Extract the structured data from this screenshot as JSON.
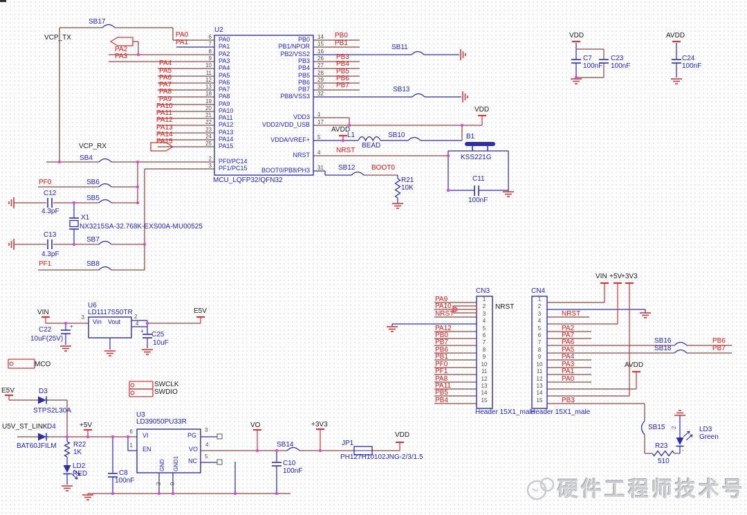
{
  "watermark": {
    "logo": "mascot-face-icon",
    "text": "硬件工程师技术号"
  },
  "components": {
    "mcu": {
      "ref": "U2",
      "name": "MCU_LQFP32/QFN32"
    },
    "regulator_5v": {
      "ref": "U6",
      "name": "LD1117S50TR"
    },
    "regulator_3v3": {
      "ref": "U3",
      "name": "LD39050PU33R"
    },
    "reset_button": {
      "ref": "B1",
      "name": "KSS221G"
    },
    "crystal": {
      "ref": "X1",
      "name": "NX3215SA-32.768K-EXS00A-MU00525"
    },
    "jumper": {
      "ref": "JP1",
      "name": "PH127H10102JNG-2/3/1.5"
    },
    "headers": [
      {
        "ref": "CN3",
        "name": "Header 15X1_male"
      },
      {
        "ref": "CN4",
        "name": "Header 15X1_male"
      }
    ],
    "leds": [
      {
        "ref": "LD2",
        "color": "RED"
      },
      {
        "ref": "LD3",
        "color": "Green"
      }
    ],
    "diodes": [
      {
        "ref": "D3",
        "name": "STPS2L30A"
      },
      {
        "ref": "D4",
        "name": "BAT60JFILM"
      }
    ]
  },
  "texts": [
    [
      "SB17",
      128,
      27,
      "b"
    ],
    [
      "VCP_TX",
      64,
      50,
      "k"
    ],
    [
      "U2",
      310,
      39,
      "b"
    ],
    [
      "PA0",
      254,
      46,
      "r"
    ],
    [
      "PA1",
      254,
      57,
      "r"
    ],
    [
      "PA2",
      166,
      67,
      "r"
    ],
    [
      "PA3",
      166,
      77,
      "r"
    ],
    [
      "PA4",
      230,
      87,
      "r"
    ],
    [
      "PA5",
      230,
      98,
      "r"
    ],
    [
      "PA6",
      230,
      108,
      "r"
    ],
    [
      "PA7",
      230,
      118,
      "r"
    ],
    [
      "PA8",
      230,
      128,
      "r"
    ],
    [
      "PA9",
      230,
      139,
      "r"
    ],
    [
      "PA10",
      226,
      149,
      "r"
    ],
    [
      "PA11",
      226,
      159,
      "r"
    ],
    [
      "PA12",
      226,
      169,
      "r"
    ],
    [
      "PA13",
      226,
      180,
      "r"
    ],
    [
      "PA14",
      226,
      190,
      "r"
    ],
    [
      "PA15",
      226,
      200,
      "r"
    ],
    [
      "6",
      306,
      50,
      "g",
      8,
      "e"
    ],
    [
      "7",
      306,
      60,
      "g",
      8,
      "e"
    ],
    [
      "8",
      306,
      71,
      "g",
      8,
      "e"
    ],
    [
      "9",
      306,
      81,
      "g",
      8,
      "e"
    ],
    [
      "10",
      306,
      91,
      "g",
      8,
      "e"
    ],
    [
      "11",
      306,
      102,
      "g",
      8,
      "e"
    ],
    [
      "12",
      306,
      112,
      "g",
      8,
      "e"
    ],
    [
      "13",
      306,
      122,
      "g",
      8,
      "e"
    ],
    [
      "18",
      306,
      132,
      "g",
      8,
      "e"
    ],
    [
      "19",
      306,
      143,
      "g",
      8,
      "e"
    ],
    [
      "20",
      306,
      153,
      "g",
      8,
      "e"
    ],
    [
      "21",
      306,
      163,
      "g",
      8,
      "e"
    ],
    [
      "22",
      306,
      173,
      "g",
      8,
      "e"
    ],
    [
      "23",
      306,
      184,
      "g",
      8,
      "e"
    ],
    [
      "24",
      306,
      194,
      "g",
      8,
      "e"
    ],
    [
      "25",
      306,
      204,
      "g",
      8,
      "e"
    ],
    [
      "2",
      306,
      226,
      "g",
      8,
      "e"
    ],
    [
      "3",
      306,
      236,
      "g",
      8,
      "e"
    ],
    [
      "PA0",
      316,
      53,
      "b",
      9
    ],
    [
      "PA1",
      316,
      63,
      "b",
      9
    ],
    [
      "PA2",
      316,
      74,
      "b",
      9
    ],
    [
      "PA3",
      316,
      84,
      "b",
      9
    ],
    [
      "PA4",
      316,
      94,
      "b",
      9
    ],
    [
      "PA5",
      316,
      105,
      "b",
      9
    ],
    [
      "PA6",
      316,
      115,
      "b",
      9
    ],
    [
      "PA7",
      316,
      125,
      "b",
      9
    ],
    [
      "PA8",
      316,
      135,
      "b",
      9
    ],
    [
      "PA9",
      316,
      146,
      "b",
      9
    ],
    [
      "PA10",
      316,
      156,
      "b",
      9
    ],
    [
      "PA11",
      316,
      166,
      "b",
      9
    ],
    [
      "PA12",
      316,
      176,
      "b",
      9
    ],
    [
      "PA13",
      316,
      187,
      "b",
      9
    ],
    [
      "PA14",
      316,
      197,
      "b",
      9
    ],
    [
      "PA15",
      316,
      207,
      "b",
      9
    ],
    [
      "PF0/PC14",
      316,
      229,
      "b",
      9
    ],
    [
      "PF1/PC15",
      316,
      239,
      "b",
      9
    ],
    [
      "PB0",
      448,
      53,
      "b",
      9,
      "e"
    ],
    [
      "PB1/NPOR",
      448,
      63,
      "b",
      9,
      "e"
    ],
    [
      "PB2/VSS2",
      448,
      74,
      "b",
      9,
      "e"
    ],
    [
      "PB3",
      448,
      84,
      "b",
      9,
      "e"
    ],
    [
      "PB4",
      448,
      94,
      "b",
      9,
      "e"
    ],
    [
      "PB5",
      448,
      105,
      "b",
      9,
      "e"
    ],
    [
      "PB6",
      448,
      115,
      "b",
      9,
      "e"
    ],
    [
      "PB7",
      448,
      125,
      "b",
      9,
      "e"
    ],
    [
      "PB8/VSS3",
      448,
      135,
      "b",
      9,
      "e"
    ],
    [
      "VDD3",
      448,
      165,
      "b",
      9,
      "e"
    ],
    [
      "VDD2/VDD_USB",
      448,
      176,
      "b",
      9,
      "e"
    ],
    [
      "VDDA/VREF+",
      448,
      198,
      "b",
      9,
      "e"
    ],
    [
      "NRST",
      448,
      220,
      "b",
      9,
      "e"
    ],
    [
      "BOOT0/PB8/PH3",
      448,
      242,
      "b",
      9,
      "e"
    ],
    [
      "14",
      459,
      50,
      "g",
      8
    ],
    [
      "15",
      459,
      60,
      "g",
      8
    ],
    [
      "16",
      459,
      71,
      "g",
      8
    ],
    [
      "26",
      459,
      81,
      "g",
      8
    ],
    [
      "27",
      459,
      91,
      "g",
      8
    ],
    [
      "28",
      459,
      102,
      "g",
      8
    ],
    [
      "29",
      459,
      112,
      "g",
      8
    ],
    [
      "30",
      459,
      122,
      "g",
      8
    ],
    [
      "32",
      459,
      132,
      "g",
      8
    ],
    [
      "1",
      459,
      162,
      "g",
      8
    ],
    [
      "17",
      459,
      173,
      "g",
      8
    ],
    [
      "5",
      459,
      195,
      "g",
      8
    ],
    [
      "4",
      459,
      217,
      "g",
      8
    ],
    [
      "31",
      459,
      239,
      "g",
      8
    ],
    [
      "MCU_LQFP32/QFN32",
      308,
      256,
      "b"
    ],
    [
      "PB0",
      484,
      47,
      "r"
    ],
    [
      "PB1",
      484,
      58,
      "r"
    ],
    [
      "PB3",
      486,
      78,
      "r"
    ],
    [
      "PB4",
      486,
      88,
      "r"
    ],
    [
      "PB5",
      486,
      99,
      "r"
    ],
    [
      "PB6",
      486,
      109,
      "r"
    ],
    [
      "PB7",
      486,
      119,
      "r"
    ],
    [
      "SB11",
      566,
      64,
      "b"
    ],
    [
      "SB13",
      568,
      125,
      "b"
    ],
    [
      "VDD",
      686,
      154,
      "k"
    ],
    [
      "AVDD",
      479,
      183,
      "k"
    ],
    [
      "L1",
      502,
      191,
      "b"
    ],
    [
      "BEAD",
      523,
      206,
      "b"
    ],
    [
      "SB10",
      561,
      191,
      "b"
    ],
    [
      "NRST",
      486,
      213,
      "r"
    ],
    [
      "B1",
      674,
      193,
      "b"
    ],
    [
      "KSS221G",
      666,
      223,
      "b"
    ],
    [
      "SB12",
      489,
      238,
      "b"
    ],
    [
      "BOOT0",
      537,
      238,
      "r"
    ],
    [
      "R21",
      580,
      256,
      "b"
    ],
    [
      "10K",
      580,
      267,
      "b"
    ],
    [
      "C11",
      683,
      254,
      "b"
    ],
    [
      "100nF",
      677,
      285,
      "b"
    ],
    [
      "VDD",
      823,
      47,
      "k"
    ],
    [
      "C7",
      843,
      80,
      "b"
    ],
    [
      "100nF",
      843,
      91,
      "b"
    ],
    [
      "C23",
      883,
      80,
      "b"
    ],
    [
      "100nF",
      883,
      91,
      "b"
    ],
    [
      "AVDD",
      963,
      47,
      "k"
    ],
    [
      "C24",
      986,
      80,
      "b"
    ],
    [
      "100nF",
      986,
      91,
      "b"
    ],
    [
      "VCP_RX",
      114,
      207,
      "k"
    ],
    [
      "SB4",
      115,
      224,
      "b"
    ],
    [
      "PF0",
      56,
      259,
      "r"
    ],
    [
      "SB6",
      125,
      259,
      "b"
    ],
    [
      "C12",
      63,
      275,
      "b"
    ],
    [
      "4.3pF",
      60,
      301,
      "b"
    ],
    [
      "SB5",
      125,
      282,
      "b"
    ],
    [
      "X1",
      117,
      310,
      "b"
    ],
    [
      "NX3215SA-32.768K-EXS00A-MU00525",
      115,
      323,
      "b"
    ],
    [
      "C13",
      63,
      335,
      "b"
    ],
    [
      "4.3pF",
      60,
      363,
      "b"
    ],
    [
      "SB7",
      125,
      342,
      "b"
    ],
    [
      "PF1",
      56,
      377,
      "r"
    ],
    [
      "SB8",
      125,
      377,
      "b"
    ],
    [
      "VIN",
      54,
      447,
      "k"
    ],
    [
      "U6",
      127,
      437,
      "b"
    ],
    [
      "LD1117S50TR",
      127,
      447,
      "b"
    ],
    [
      "Vin",
      134,
      461,
      "b",
      9
    ],
    [
      "Vout",
      156,
      461,
      "b",
      9
    ],
    [
      "3",
      122,
      455,
      "g",
      8,
      "e"
    ],
    [
      "2",
      194,
      454,
      "g",
      8
    ],
    [
      "4",
      196,
      464,
      "g",
      8
    ],
    [
      "C22",
      56,
      472,
      "b"
    ],
    [
      "10uF(25V)",
      44,
      485,
      "b"
    ],
    [
      "+",
      101,
      468,
      "b",
      8
    ],
    [
      "E5V",
      280,
      445,
      "k"
    ],
    [
      "C25",
      219,
      479,
      "b"
    ],
    [
      "10uF",
      221,
      491,
      "b"
    ],
    [
      "+",
      203,
      475,
      "b",
      8
    ],
    [
      "MCO",
      50,
      522,
      "k"
    ],
    [
      "SWCLK",
      223,
      551,
      "k"
    ],
    [
      "SWDIO",
      223,
      562,
      "k"
    ],
    [
      "E5V",
      2,
      560,
      "k"
    ],
    [
      "D3",
      56,
      561,
      "b"
    ],
    [
      "STPS2L30A",
      48,
      589,
      "b"
    ],
    [
      "U5V_ST_LINK",
      3,
      612,
      "k"
    ],
    [
      "D4",
      68,
      612,
      "b"
    ],
    [
      "BAT60JFILM",
      24,
      640,
      "b"
    ],
    [
      "+5V",
      115,
      610,
      "k"
    ],
    [
      "R22",
      106,
      638,
      "b"
    ],
    [
      "1K",
      106,
      649,
      "b"
    ],
    [
      "LD2",
      105,
      669,
      "b"
    ],
    [
      "RED",
      105,
      680,
      "b"
    ],
    [
      "C8",
      172,
      679,
      "b"
    ],
    [
      "100nF",
      166,
      690,
      "b"
    ],
    [
      "U3",
      197,
      595,
      "b"
    ],
    [
      "LD39050PU33R",
      197,
      605,
      "b"
    ],
    [
      "VI",
      206,
      625,
      "b",
      9
    ],
    [
      "EN",
      206,
      645,
      "b",
      9
    ],
    [
      "PG",
      284,
      625,
      "b",
      9,
      "e"
    ],
    [
      "VO",
      286,
      645,
      "b",
      9,
      "e"
    ],
    [
      "NC",
      285,
      662,
      "b",
      9,
      "e"
    ],
    [
      "6",
      192,
      620,
      "g",
      8,
      "e"
    ],
    [
      "1",
      192,
      640,
      "g",
      8,
      "e"
    ],
    [
      "3",
      296,
      618,
      "g",
      8
    ],
    [
      "4",
      297,
      639,
      "g",
      8
    ],
    [
      "5",
      296,
      656,
      "g",
      8
    ],
    [
      "GND",
      231,
      681,
      "b",
      8,
      "v"
    ],
    [
      "GND1",
      251,
      681,
      "b",
      8,
      "v"
    ],
    [
      "2",
      226,
      701,
      "g",
      8,
      "v"
    ],
    [
      "0",
      246,
      701,
      "g",
      8,
      "v"
    ],
    [
      "VO",
      362,
      610,
      "k"
    ],
    [
      "SB14",
      400,
      638,
      "b"
    ],
    [
      "+3V3",
      450,
      609,
      "k"
    ],
    [
      "JP1",
      494,
      636,
      "b"
    ],
    [
      "VDD",
      571,
      624,
      "k"
    ],
    [
      "PH127H10102JNG-2/3/1.5",
      492,
      656,
      "b"
    ],
    [
      "C10",
      409,
      665,
      "b"
    ],
    [
      "100nF",
      409,
      676,
      "b"
    ],
    [
      "CN3",
      688,
      416,
      "b"
    ],
    [
      "Header 15X1_male",
      687,
      591,
      "b"
    ],
    [
      "1",
      700,
      429,
      "g",
      8,
      "m"
    ],
    [
      "2",
      700,
      439,
      "g",
      8,
      "m"
    ],
    [
      "3",
      700,
      450,
      "g",
      8,
      "m"
    ],
    [
      "4",
      700,
      460,
      "g",
      8,
      "m"
    ],
    [
      "5",
      700,
      471,
      "g",
      8,
      "m"
    ],
    [
      "6",
      700,
      481,
      "g",
      8,
      "m"
    ],
    [
      "7",
      700,
      491,
      "g",
      8,
      "m"
    ],
    [
      "8",
      700,
      502,
      "g",
      8,
      "m"
    ],
    [
      "9",
      700,
      512,
      "g",
      8,
      "m"
    ],
    [
      "10",
      700,
      523,
      "g",
      8,
      "m"
    ],
    [
      "11",
      700,
      533,
      "g",
      8,
      "m"
    ],
    [
      "12",
      700,
      544,
      "g",
      8,
      "m"
    ],
    [
      "13",
      700,
      554,
      "g",
      8,
      "m"
    ],
    [
      "14",
      700,
      564,
      "g",
      8,
      "m"
    ],
    [
      "15",
      700,
      575,
      "g",
      8,
      "m"
    ],
    [
      "PA9",
      629,
      428,
      "r"
    ],
    [
      "PA10",
      629,
      438,
      "r"
    ],
    [
      "NRST",
      629,
      449,
      "r"
    ],
    [
      "PA12",
      629,
      470,
      "r"
    ],
    [
      "PB0",
      629,
      480,
      "r"
    ],
    [
      "PB7",
      629,
      490,
      "r"
    ],
    [
      "PB6",
      629,
      501,
      "r"
    ],
    [
      "PB1",
      629,
      511,
      "r"
    ],
    [
      "PF0",
      629,
      522,
      "r"
    ],
    [
      "PF1",
      629,
      532,
      "r"
    ],
    [
      "PA8",
      629,
      543,
      "r"
    ],
    [
      "PA11",
      629,
      553,
      "r"
    ],
    [
      "PB5",
      629,
      563,
      "r"
    ],
    [
      "PB4",
      629,
      574,
      "r"
    ],
    [
      "NRST",
      716,
      439,
      "k"
    ],
    [
      "CN4",
      768,
      416,
      "b"
    ],
    [
      "Header 15X1_male",
      767,
      591,
      "b"
    ],
    [
      "1",
      780,
      429,
      "g",
      8,
      "m"
    ],
    [
      "2",
      780,
      439,
      "g",
      8,
      "m"
    ],
    [
      "3",
      780,
      450,
      "g",
      8,
      "m"
    ],
    [
      "4",
      780,
      460,
      "g",
      8,
      "m"
    ],
    [
      "5",
      780,
      471,
      "g",
      8,
      "m"
    ],
    [
      "6",
      780,
      481,
      "g",
      8,
      "m"
    ],
    [
      "7",
      780,
      491,
      "g",
      8,
      "m"
    ],
    [
      "8",
      780,
      502,
      "g",
      8,
      "m"
    ],
    [
      "9",
      780,
      512,
      "g",
      8,
      "m"
    ],
    [
      "10",
      780,
      523,
      "g",
      8,
      "m"
    ],
    [
      "11",
      780,
      533,
      "g",
      8,
      "m"
    ],
    [
      "12",
      780,
      544,
      "g",
      8,
      "m"
    ],
    [
      "13",
      780,
      554,
      "g",
      8,
      "m"
    ],
    [
      "14",
      780,
      564,
      "g",
      8,
      "m"
    ],
    [
      "15",
      780,
      575,
      "g",
      8,
      "m"
    ],
    [
      "NRST",
      812,
      449,
      "r"
    ],
    [
      "PA2",
      812,
      470,
      "r"
    ],
    [
      "PA7",
      812,
      480,
      "r"
    ],
    [
      "PA6",
      812,
      490,
      "r"
    ],
    [
      "PA5",
      812,
      501,
      "r"
    ],
    [
      "PA4",
      812,
      511,
      "r"
    ],
    [
      "PA3",
      812,
      522,
      "r"
    ],
    [
      "PA1",
      812,
      532,
      "r"
    ],
    [
      "PA0",
      812,
      543,
      "r"
    ],
    [
      "PB3",
      812,
      574,
      "r"
    ],
    [
      "VIN",
      861,
      395,
      "k"
    ],
    [
      "+5V",
      881,
      395,
      "k"
    ],
    [
      "+3V3",
      898,
      395,
      "k"
    ],
    [
      "SB16",
      946,
      488,
      "b"
    ],
    [
      "PB6",
      1030,
      488,
      "r"
    ],
    [
      "SB18",
      946,
      499,
      "b"
    ],
    [
      "PB7",
      1030,
      499,
      "r"
    ],
    [
      "AVDD",
      903,
      523,
      "k"
    ],
    [
      "SB15",
      937,
      613,
      "b"
    ],
    [
      "R23",
      947,
      640,
      "b"
    ],
    [
      "510",
      951,
      662,
      "b"
    ],
    [
      "LD3",
      1011,
      616,
      "b"
    ],
    [
      "Green",
      1011,
      627,
      "b"
    ],
    [
      "-",
      986,
      647,
      "g",
      8
    ],
    [
      "2",
      971,
      620,
      "g",
      8,
      "v"
    ]
  ]
}
